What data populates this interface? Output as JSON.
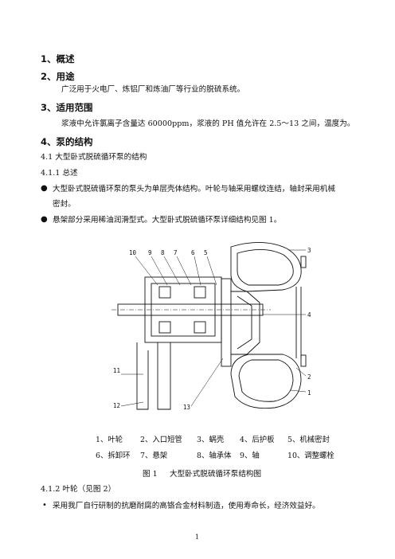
{
  "sections": {
    "s1": "1、概述",
    "s2": "2、用途",
    "s2_text": "广泛用于火电厂、炼铝厂和炼油厂等行业的脱硫系统。",
    "s3": "3、适用范围",
    "s3_text": "浆液中允许氯离子含量达 60000ppm，浆液的 PH 值允许在 2.5～13 之间，温度为。",
    "s4": "4、泵的结构",
    "s4_1": "4.1 大型卧式脱硫循环泵的结构",
    "s4_1_1": "4.1.1 总述",
    "b1_line1": "大型卧式脱硫循环泵的泵头为单层壳体结构。叶轮与轴采用螺纹连结，轴封采用机械",
    "b1_line2": "密封。",
    "b2": "悬架部分采用稀油润滑型式。大型卧式脱硫循环泵详细结构见图 1。"
  },
  "figure": {
    "callouts_top": [
      "10",
      "9",
      "8",
      "7",
      "6",
      "5"
    ],
    "callouts_right": [
      "3",
      "4",
      "2",
      "1"
    ],
    "callouts_bottom": [
      "11",
      "12",
      "13"
    ],
    "legend_row1": [
      "1、叶轮",
      "2、入口短管",
      "3、蜗壳",
      "4、后护板",
      "5、机械密封"
    ],
    "legend_row2": [
      "6、拆卸环",
      "7、悬架",
      "8、轴承体",
      "9、轴",
      "10、调整螺栓"
    ],
    "caption_num": "图 1",
    "caption_text": "大型卧式脱硫循环泵结构图"
  },
  "after": {
    "s4_1_2": "4.1.2 叶轮（见图 2）",
    "b3": "采用我厂自行研制的抗磨耐腐的高铬合金材料制造，使用寿命长，经济效益好。"
  },
  "footer": {
    "page_number": "1"
  },
  "icons": {
    "bullet_filled": "●",
    "bullet_small": "•"
  }
}
